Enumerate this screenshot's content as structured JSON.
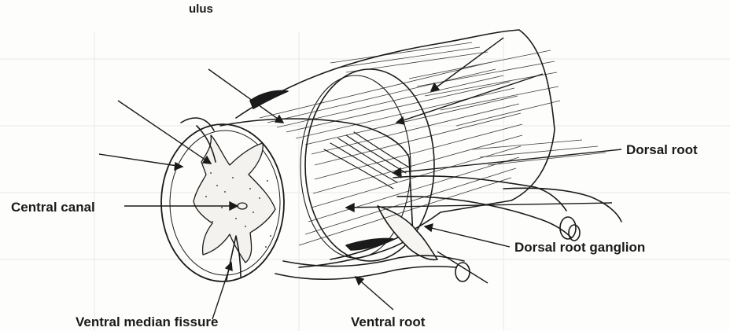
{
  "labels": {
    "top_fragment": "ulus",
    "dorsal_root": "Dorsal root",
    "central_canal": "Central canal",
    "dorsal_root_ganglion": "Dorsal root ganglion",
    "ventral_median_fissure": "Ventral median fissure",
    "ventral_root": "Ventral root"
  },
  "colors": {
    "ink": "#1a1a1a",
    "paper": "#fdfdfc",
    "grid": "#e9e9e6"
  }
}
